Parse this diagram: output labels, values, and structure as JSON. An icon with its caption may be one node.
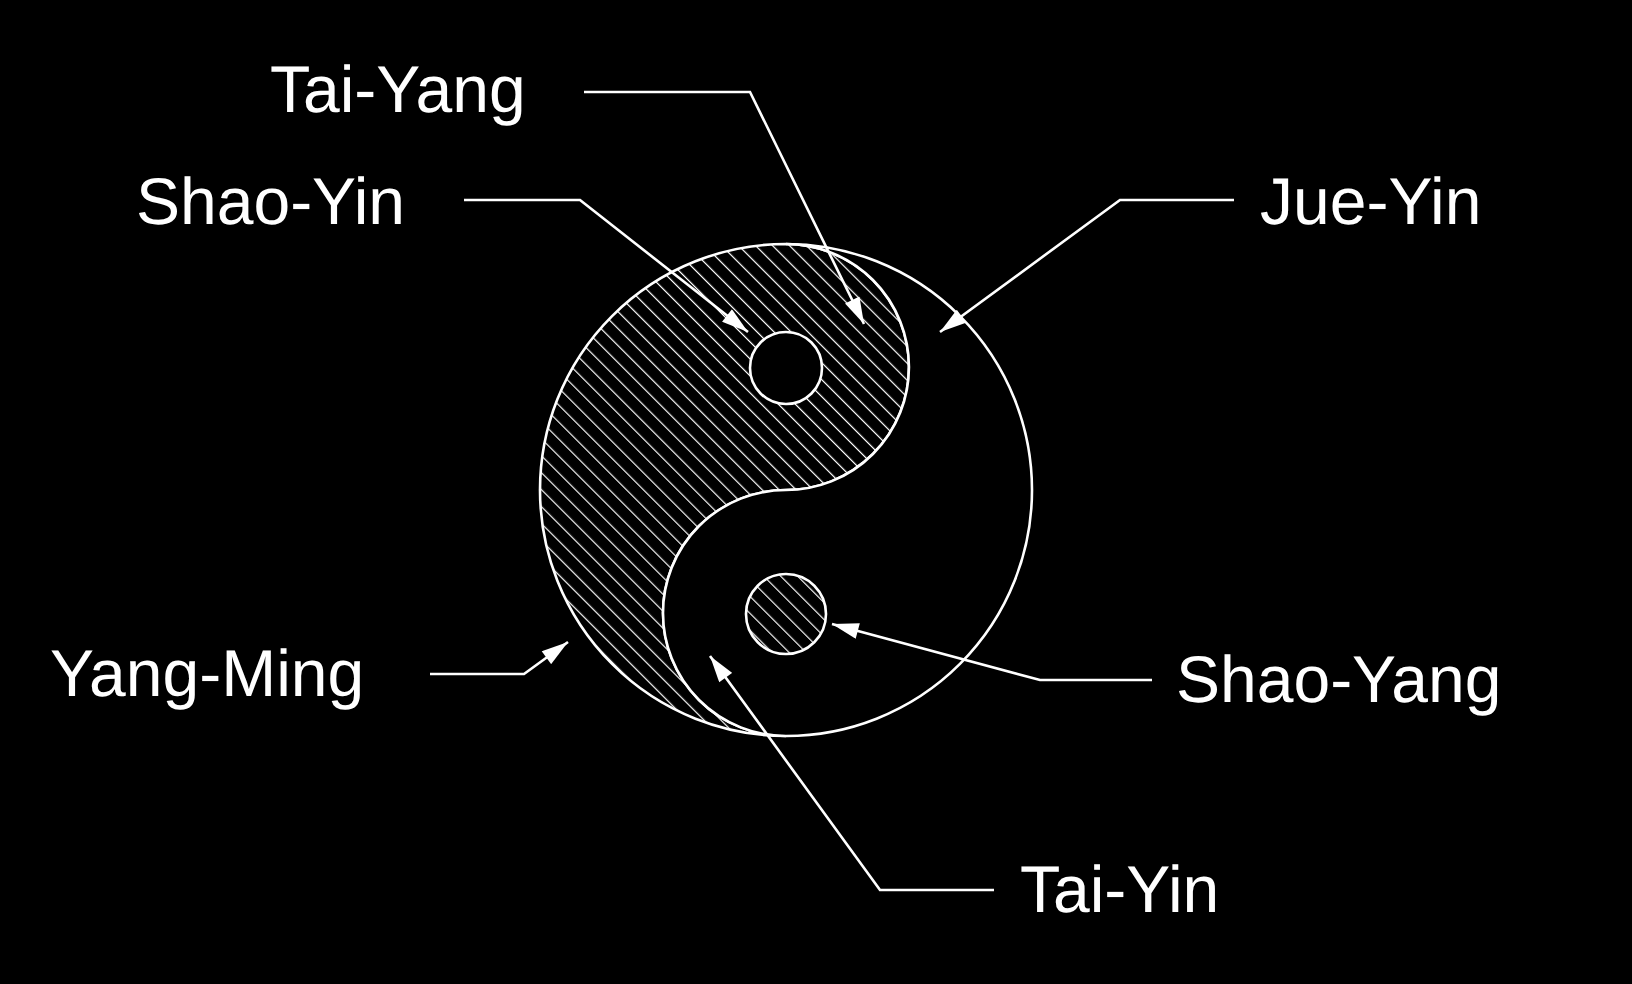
{
  "diagram": {
    "nodes": [
      {
        "text": [
          "Tai-Yang"
        ]
      },
      {
        "text": [
          "Shao-Yin"
        ]
      },
      {
        "text": [
          "Jue-Yin"
        ]
      },
      {
        "text": [
          "Yang-Ming"
        ]
      },
      {
        "text": [
          "Shao-Yang"
        ]
      },
      {
        "text": [
          "Tai-Yin"
        ]
      },
      {
        "text": [],
        "shape": "teardrop"
      },
      {
        "text": [],
        "shape": "teardrop"
      },
      {
        "text": [],
        "shape": "circle",
        "in": 6
      },
      {
        "text": [],
        "shape": "circle",
        "in": 7
      }
    ],
    "edges": [
      {
        "from": 0,
        "to": 6,
        "arrow": "to"
      },
      {
        "from": 1,
        "to": 8,
        "arrow": "to"
      },
      {
        "from": 2,
        "to": 7,
        "arrow": "to"
      },
      {
        "from": 3,
        "to": 6,
        "arrow": "to"
      },
      {
        "from": 4,
        "to": 9,
        "arrow": "to"
      },
      {
        "from": 5,
        "to": 7,
        "arrow": "to"
      }
    ]
  }
}
